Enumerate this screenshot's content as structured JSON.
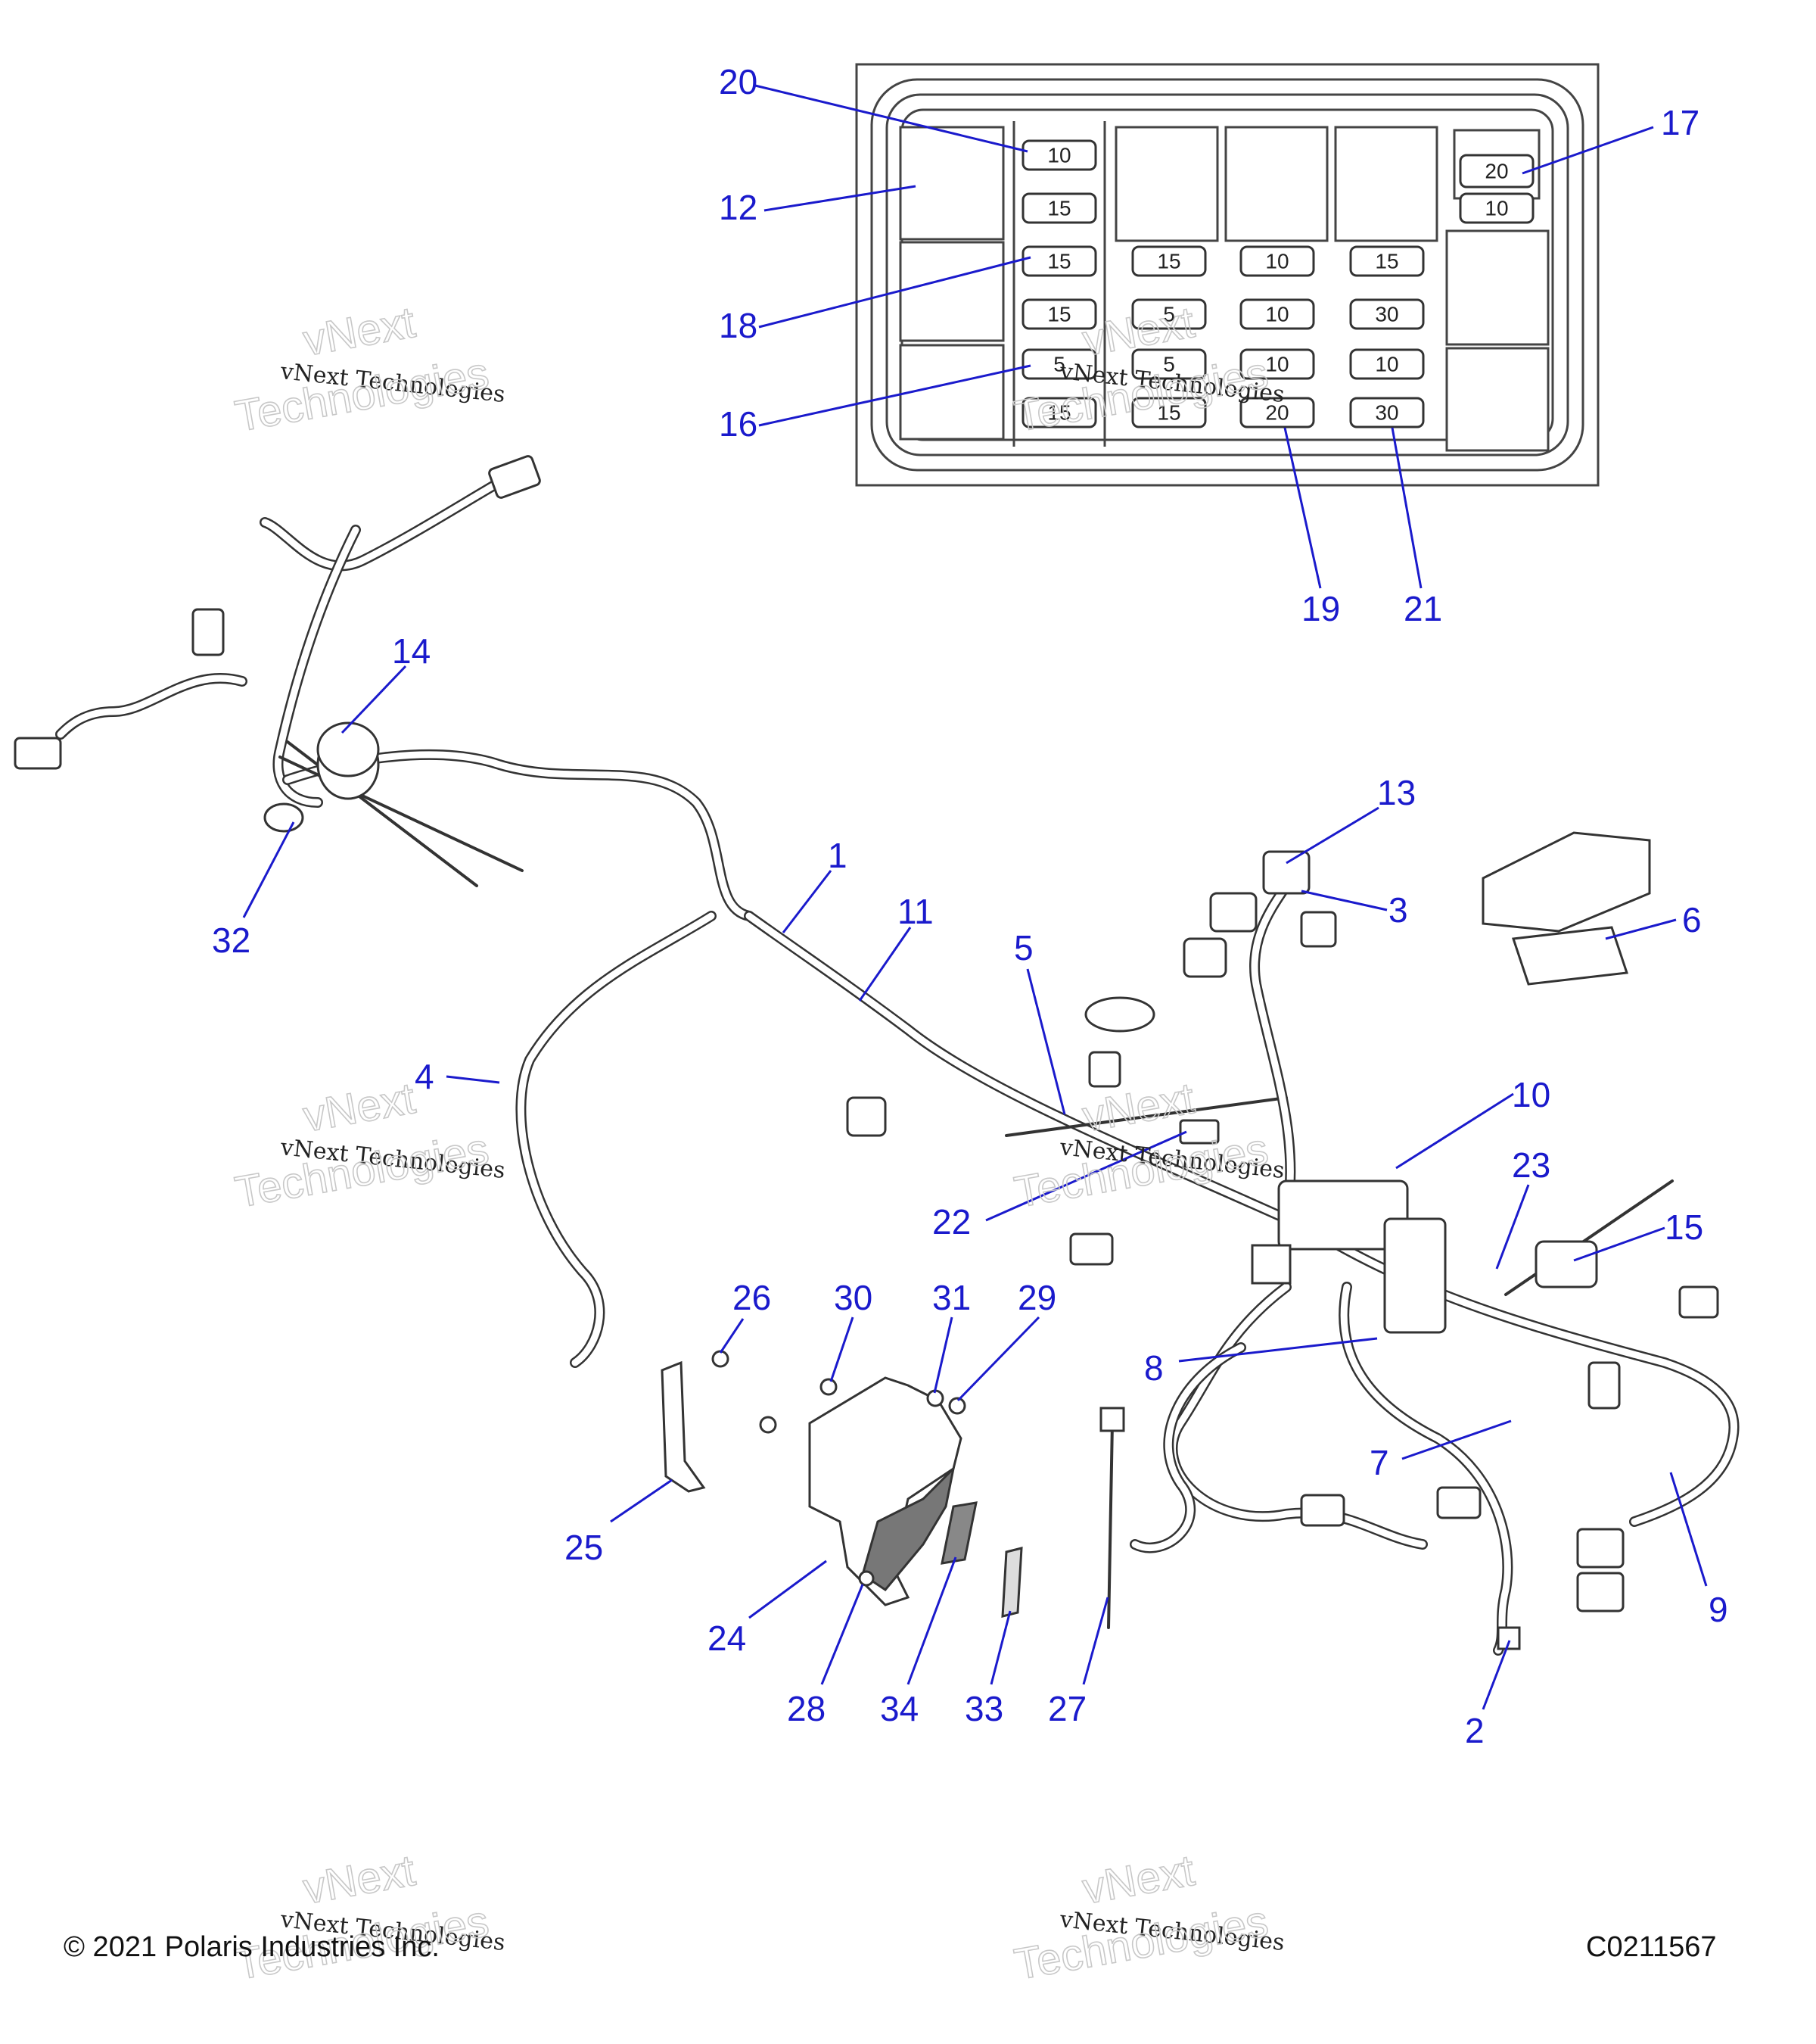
{
  "diagram": {
    "fuse_box": {
      "fuses": [
        {
          "label": "10"
        },
        {
          "label": "15"
        },
        {
          "label": "15"
        },
        {
          "label": "15"
        },
        {
          "label": "5"
        },
        {
          "label": "15"
        },
        {
          "label": "15"
        },
        {
          "label": "5"
        },
        {
          "label": "5"
        },
        {
          "label": "15"
        },
        {
          "label": "10"
        },
        {
          "label": "10"
        },
        {
          "label": "10"
        },
        {
          "label": "20"
        },
        {
          "label": "15"
        },
        {
          "label": "30"
        },
        {
          "label": "10"
        },
        {
          "label": "30"
        },
        {
          "label": "20"
        },
        {
          "label": "10"
        }
      ]
    },
    "callouts": [
      {
        "label": "20"
      },
      {
        "label": "12"
      },
      {
        "label": "18"
      },
      {
        "label": "16"
      },
      {
        "label": "17"
      },
      {
        "label": "19"
      },
      {
        "label": "21"
      },
      {
        "label": "14"
      },
      {
        "label": "32"
      },
      {
        "label": "1"
      },
      {
        "label": "11"
      },
      {
        "label": "4"
      },
      {
        "label": "13"
      },
      {
        "label": "3"
      },
      {
        "label": "6"
      },
      {
        "label": "5"
      },
      {
        "label": "10"
      },
      {
        "label": "23"
      },
      {
        "label": "15"
      },
      {
        "label": "22"
      },
      {
        "label": "26"
      },
      {
        "label": "30"
      },
      {
        "label": "31"
      },
      {
        "label": "29"
      },
      {
        "label": "25"
      },
      {
        "label": "24"
      },
      {
        "label": "28"
      },
      {
        "label": "34"
      },
      {
        "label": "33"
      },
      {
        "label": "27"
      },
      {
        "label": "8"
      },
      {
        "label": "7"
      },
      {
        "label": "9"
      },
      {
        "label": "2"
      }
    ],
    "watermarks": [
      {
        "line1": "vNext Technologies",
        "ghost1": "vNext",
        "ghost2": "Technologies"
      },
      {
        "line1": "vNext Technologies",
        "ghost1": "vNext",
        "ghost2": "Technologies"
      },
      {
        "line1": "vNext Technologies",
        "ghost1": "vNext",
        "ghost2": "Technologies"
      },
      {
        "line1": "vNext Technologies",
        "ghost1": "vNext",
        "ghost2": "Technologies"
      },
      {
        "line1": "vNext Technologies",
        "ghost1": "vNext",
        "ghost2": "Technologies"
      },
      {
        "line1": "vNext Technologies",
        "ghost1": "vNext",
        "ghost2": "Technologies"
      }
    ],
    "footer": {
      "copyright": "© 2021 Polaris Industries Inc.",
      "code": "C0211567"
    }
  }
}
